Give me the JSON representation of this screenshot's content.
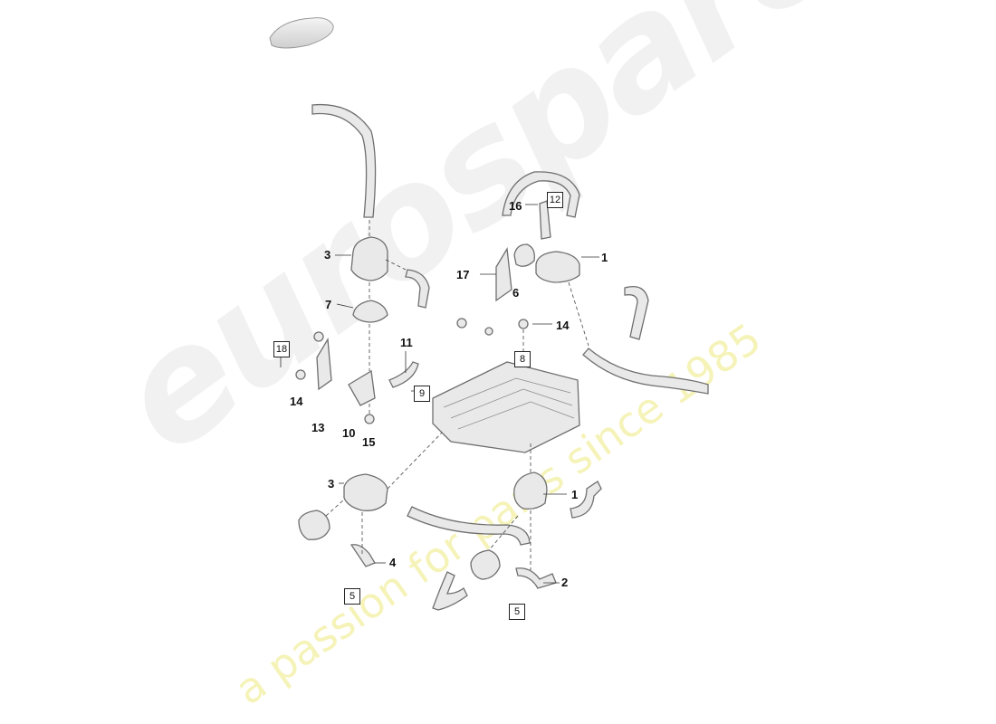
{
  "watermark": {
    "brand": "eurospares",
    "tagline": "a passion for parts since 1985"
  },
  "callouts": {
    "c1a": "1",
    "c1b": "1",
    "c2": "2",
    "c3a": "3",
    "c3b": "3",
    "c4": "4",
    "c6": "6",
    "c7": "7",
    "c10": "10",
    "c11": "11",
    "c13": "13",
    "c14a": "14",
    "c14b": "14",
    "c15": "15",
    "c16": "16",
    "c17": "17"
  },
  "boxed_refs": {
    "b5a": "5",
    "b5b": "5",
    "b8": "8",
    "b9": "9",
    "b12": "12",
    "b18": "18"
  },
  "colors": {
    "part_fill": "#e9e9e9",
    "part_stroke": "#6f6f6f",
    "leader": "#333333",
    "watermark_brand": "#f1f1f1",
    "watermark_tag": "#f5f3b8"
  }
}
